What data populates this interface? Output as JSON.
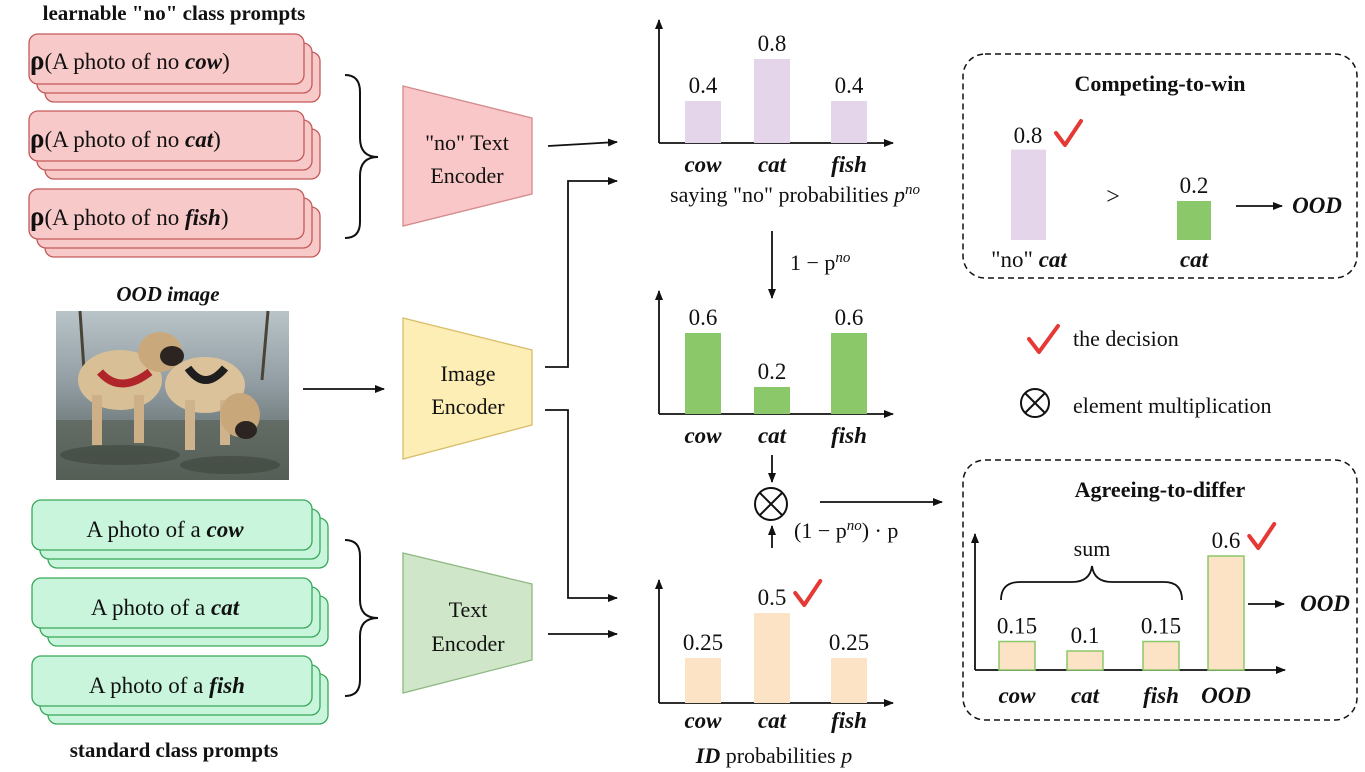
{
  "headers": {
    "no_prompts": "learnable \"no\" class prompts",
    "ood_image": "OOD image",
    "standard_prompts": "standard class prompts"
  },
  "no_prompts": [
    {
      "rho": "ρ",
      "text": "(A photo of no ",
      "cls": "cow",
      "close": ")"
    },
    {
      "rho": "ρ",
      "text": "(A photo of no ",
      "cls": "cat",
      "close": ")"
    },
    {
      "rho": "ρ",
      "text": "(A photo of no ",
      "cls": "fish",
      "close": ")"
    }
  ],
  "std_prompts": [
    {
      "text": "A photo of a ",
      "cls": "cow"
    },
    {
      "text": "A photo of a ",
      "cls": "cat"
    },
    {
      "text": "A photo of a ",
      "cls": "fish"
    }
  ],
  "encoders": {
    "no_text": [
      "\"no\" Text",
      "Encoder"
    ],
    "image": [
      "Image",
      "Encoder"
    ],
    "text": [
      "Text",
      "Encoder"
    ]
  },
  "colors": {
    "no_prompt_fill": "#f8c9c9",
    "no_prompt_stroke": "#c45a5a",
    "std_prompt_fill": "#c8f5dc",
    "std_prompt_stroke": "#3aa85a",
    "no_encoder_fill": "#f9c7c7",
    "image_encoder_fill": "#fdeeb5",
    "text_encoder_fill": "#cfe7c8",
    "bar_no": "#e4d5ea",
    "bar_green": "#8bc86a",
    "bar_orange": "#fde3c6",
    "check": "#e53935"
  },
  "charts": {
    "no_probs": {
      "categories": [
        "cow",
        "cat",
        "fish"
      ],
      "values": [
        0.4,
        0.8,
        0.4
      ],
      "labels": [
        "0.4",
        "0.8",
        "0.4"
      ],
      "caption_prefix": "saying \"no\" probabilities "
    },
    "one_minus": {
      "categories": [
        "cow",
        "cat",
        "fish"
      ],
      "values": [
        0.6,
        0.2,
        0.6
      ],
      "labels": [
        "0.6",
        "0.2",
        "0.6"
      ]
    },
    "id_probs": {
      "categories": [
        "cow",
        "cat",
        "fish"
      ],
      "values": [
        0.25,
        0.5,
        0.25
      ],
      "labels": [
        "0.25",
        "0.5",
        "0.25"
      ],
      "caption_bold": "ID",
      "caption_rest": " probabilities "
    }
  },
  "math": {
    "one_minus_label": "1 − p",
    "sup_no": "no",
    "p": "p",
    "product_label": "(1 − p",
    "product_tail": ") · p",
    "otimes": "⊗"
  },
  "competing": {
    "title": "Competing-to-win",
    "left_value": "0.8",
    "left_label_q": "\"no\" ",
    "left_label_cls": "cat",
    "gt": ">",
    "right_value": "0.2",
    "right_label": "cat",
    "result": "OOD"
  },
  "agreeing": {
    "title": "Agreeing-to-differ",
    "categories": [
      "cow",
      "cat",
      "fish",
      "OOD"
    ],
    "values": [
      0.15,
      0.1,
      0.15,
      0.6
    ],
    "labels": [
      "0.15",
      "0.1",
      "0.15",
      "0.6"
    ],
    "sum_label": "sum",
    "result": "OOD"
  },
  "legend": {
    "decision": "the decision",
    "multiplication": "element multiplication"
  }
}
